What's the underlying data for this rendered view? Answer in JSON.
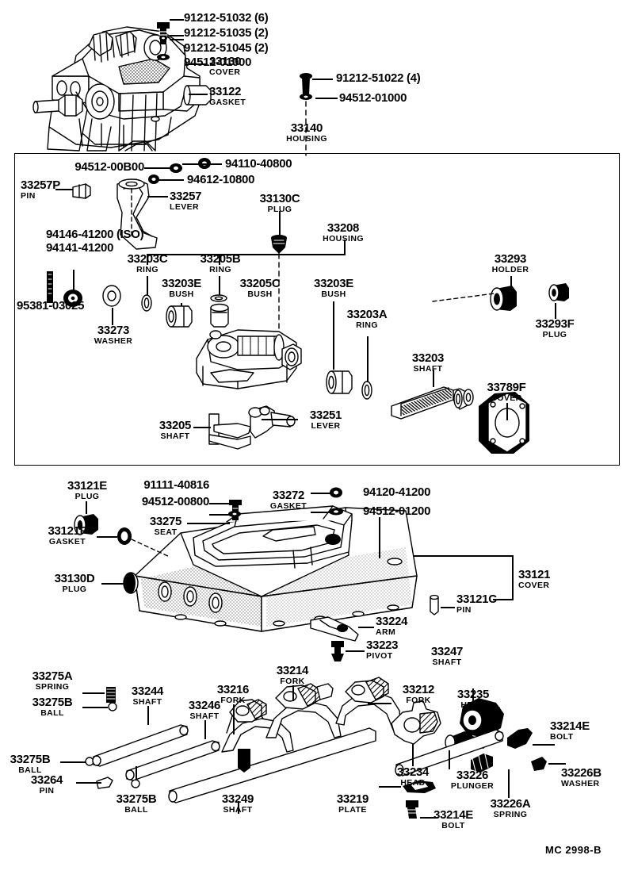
{
  "sheet": {
    "footer_code": "MC  2998-B"
  },
  "groups": {
    "top": {
      "name": "extension-housing-group",
      "labels": [
        {
          "pn": "91212-51032 (6)",
          "desc": ""
        },
        {
          "pn": "91212-51035 (2)",
          "desc": ""
        },
        {
          "pn": "91212-51045 (2)",
          "desc": ""
        },
        {
          "pn": "94512-01000",
          "desc": ""
        },
        {
          "pn": "33130",
          "desc": "COVER"
        },
        {
          "pn": "33122",
          "desc": "GASKET"
        },
        {
          "pn": "91212-51022 (4)",
          "desc": ""
        },
        {
          "pn": "94512-01000",
          "desc": ""
        },
        {
          "pn": "33140",
          "desc": "HOUSING"
        }
      ]
    },
    "middle": {
      "name": "shift-lever-housing-group",
      "labels": [
        {
          "pn": "94512-00B00",
          "desc": ""
        },
        {
          "pn": "94110-40800",
          "desc": ""
        },
        {
          "pn": "94612-10800",
          "desc": ""
        },
        {
          "pn": "33257P",
          "desc": "PIN"
        },
        {
          "pn": "33257",
          "desc": "LEVER"
        },
        {
          "pn": "33130C",
          "desc": "PLUG"
        },
        {
          "pn": "33208",
          "desc": "HOUSING"
        },
        {
          "pn": "94146-41200 (ISO)",
          "desc": ""
        },
        {
          "pn": "94141-41200",
          "desc": ""
        },
        {
          "pn": "95381-03025",
          "desc": ""
        },
        {
          "pn": "33273",
          "desc": "WASHER"
        },
        {
          "pn": "33203C",
          "desc": "RING"
        },
        {
          "pn": "33203E",
          "desc": "BUSH"
        },
        {
          "pn": "33205B",
          "desc": "RING"
        },
        {
          "pn": "33205C",
          "desc": "BUSH"
        },
        {
          "pn": "33203E",
          "desc": "BUSH"
        },
        {
          "pn": "33203A",
          "desc": "RING"
        },
        {
          "pn": "33293",
          "desc": "HOLDER"
        },
        {
          "pn": "33293F",
          "desc": "PLUG"
        },
        {
          "pn": "33203",
          "desc": "SHAFT"
        },
        {
          "pn": "33789F",
          "desc": "COVER"
        },
        {
          "pn": "33205",
          "desc": "SHAFT"
        },
        {
          "pn": "33251",
          "desc": "LEVER"
        }
      ]
    },
    "cover": {
      "name": "transmission-cover-group",
      "labels": [
        {
          "pn": "33121E",
          "desc": "PLUG"
        },
        {
          "pn": "91111-40816",
          "desc": ""
        },
        {
          "pn": "94512-00800",
          "desc": ""
        },
        {
          "pn": "33272",
          "desc": "GASKET"
        },
        {
          "pn": "94120-41200",
          "desc": ""
        },
        {
          "pn": "94512-01200",
          "desc": ""
        },
        {
          "pn": "33121F",
          "desc": "GASKET"
        },
        {
          "pn": "33275",
          "desc": "SEAT"
        },
        {
          "pn": "33130D",
          "desc": "PLUG"
        },
        {
          "pn": "33121",
          "desc": "COVER"
        },
        {
          "pn": "33121C",
          "desc": "PIN"
        },
        {
          "pn": "33224",
          "desc": "ARM"
        },
        {
          "pn": "33223",
          "desc": "PIVOT"
        }
      ]
    },
    "forks": {
      "name": "shift-fork-group",
      "labels": [
        {
          "pn": "33275A",
          "desc": "SPRING"
        },
        {
          "pn": "33275B",
          "desc": "BALL"
        },
        {
          "pn": "33244",
          "desc": "SHAFT"
        },
        {
          "pn": "33246",
          "desc": "SHAFT"
        },
        {
          "pn": "33216",
          "desc": "FORK"
        },
        {
          "pn": "33214",
          "desc": "FORK"
        },
        {
          "pn": "33212",
          "desc": "FORK"
        },
        {
          "pn": "33247",
          "desc": "SHAFT"
        },
        {
          "pn": "33235",
          "desc": "HEAD"
        },
        {
          "pn": "33214E",
          "desc": "BOLT"
        },
        {
          "pn": "33226B",
          "desc": "WASHER"
        },
        {
          "pn": "33275B",
          "desc": "BALL"
        },
        {
          "pn": "33264",
          "desc": "PIN"
        },
        {
          "pn": "33275B",
          "desc": "BALL"
        },
        {
          "pn": "33249",
          "desc": "SHAFT"
        },
        {
          "pn": "33234",
          "desc": "HEAD"
        },
        {
          "pn": "33226",
          "desc": "PLUNGER"
        },
        {
          "pn": "33219",
          "desc": "PLATE"
        },
        {
          "pn": "33214E",
          "desc": "BOLT"
        },
        {
          "pn": "33226A",
          "desc": "SPRING"
        }
      ]
    }
  }
}
